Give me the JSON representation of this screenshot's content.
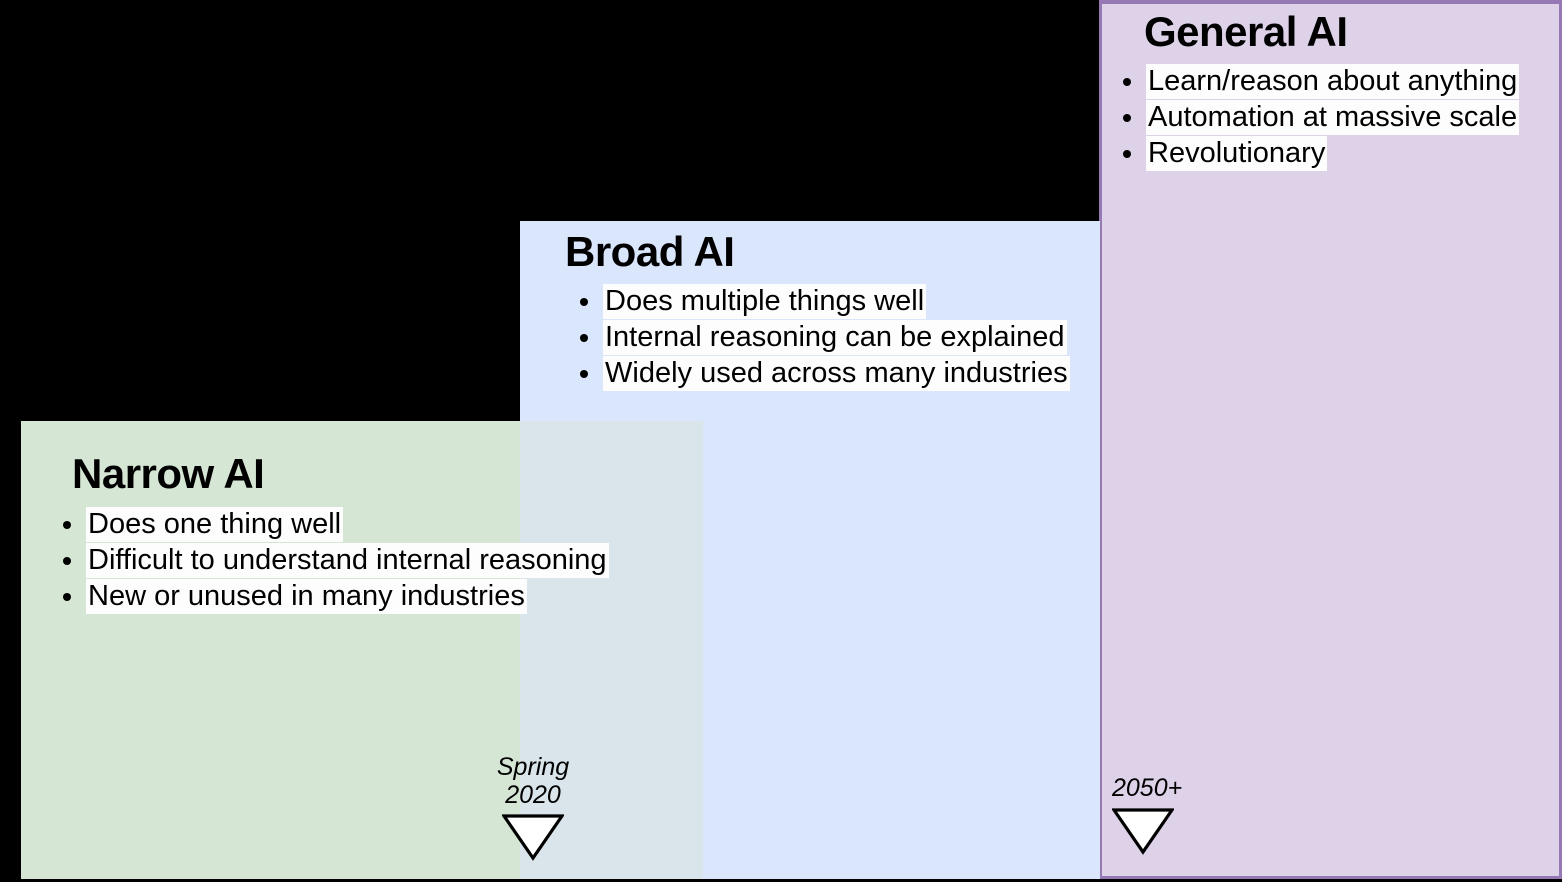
{
  "diagram": {
    "title_semantic": "ai-maturity-timeline",
    "background_color": "#000000",
    "stages": [
      {
        "id": "narrow",
        "title": "Narrow AI",
        "fill_color": "#d5e6d5",
        "bullets": [
          "Does one thing well",
          "Difficult to understand internal reasoning",
          "New or unused in many industries"
        ]
      },
      {
        "id": "broad",
        "title": "Broad AI",
        "fill_color": "#d9e6fb",
        "bullets": [
          "Does multiple things well",
          "Internal reasoning can be explained",
          "Widely used across many industries"
        ]
      },
      {
        "id": "general",
        "title": "General AI",
        "fill_color": "#ded2e8",
        "border_color": "#9678b4",
        "bullets": [
          "Learn/reason about anything",
          "Automation at massive scale",
          "Revolutionary"
        ]
      }
    ],
    "markers": [
      {
        "id": "spring-2020",
        "label": "Spring\n2020",
        "icon": "triangle-down-icon"
      },
      {
        "id": "year-2050-plus",
        "label": "2050+",
        "icon": "triangle-down-icon"
      }
    ]
  }
}
